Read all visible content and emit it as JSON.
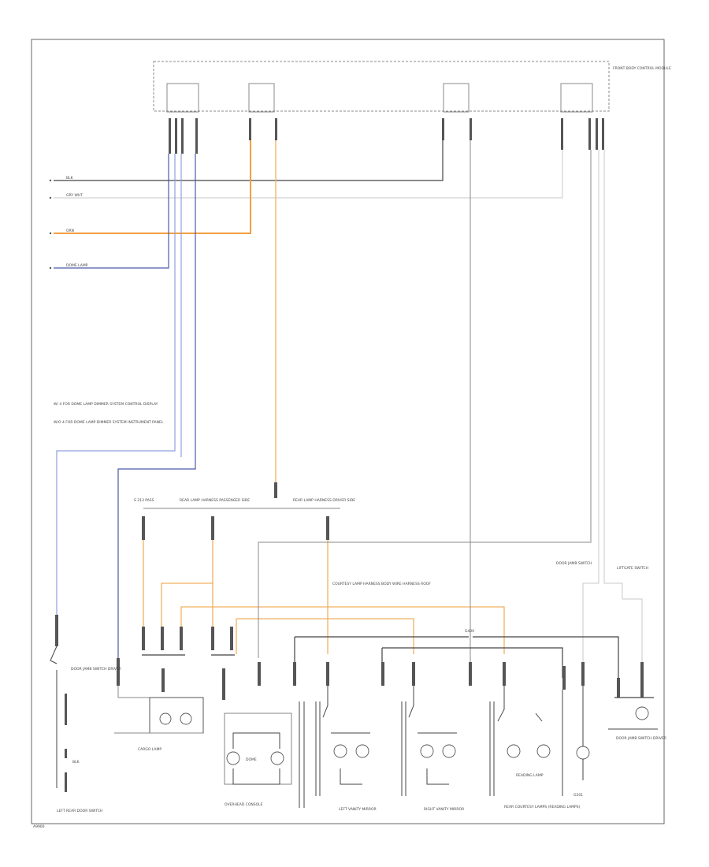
{
  "labels": {
    "control_module": "FRONT BODY CONTROL MODULE",
    "wire_a": "BLK",
    "wire_b": "GRY WHT",
    "wire_c": "ORN",
    "wire_d": "DOME LAMP",
    "note_1": "W/ 4 FOR DOME LAMP DIMMER SYSTEM CONTROL DISPLAY",
    "note_2": "W/O 4 FOR DOME LAMP DIMMER SYSTEM INSTRUMENT PANEL",
    "splice_1": "S 213 PASS",
    "splice_2": "REAR LAMP HARNESS PASSENGER SIDE",
    "splice_3": "REAR LAMP HARNESS DRIVER SIDE",
    "splice_4": "COURTESY LAMP HARNESS BODY WIRE HARNESS ROOF",
    "ground_label": "G400",
    "switch_label": "DOOR JAMB SWITCH DRIVER",
    "cargo_lamp": "CARGO LAMP",
    "overhead_console": "OVERHEAD CONSOLE",
    "left_vanity": "LEFT VANITY MIRROR",
    "right_vanity": "RIGHT VANITY MIRROR",
    "rear_courtesy": "REAR COURTESY LAMPS (READING LAMPS)",
    "reading_lamp": "READING LAMP",
    "liftgate": "LIFTGATE SWITCH",
    "door_jamb": "DOOR JAMB SWITCH",
    "dome": "DOME",
    "ground_left": "G201",
    "fuse_label": "BLK",
    "bottom_left_label": "LEFT REAR DOOR SWITCH",
    "footer_code": "A9900"
  }
}
